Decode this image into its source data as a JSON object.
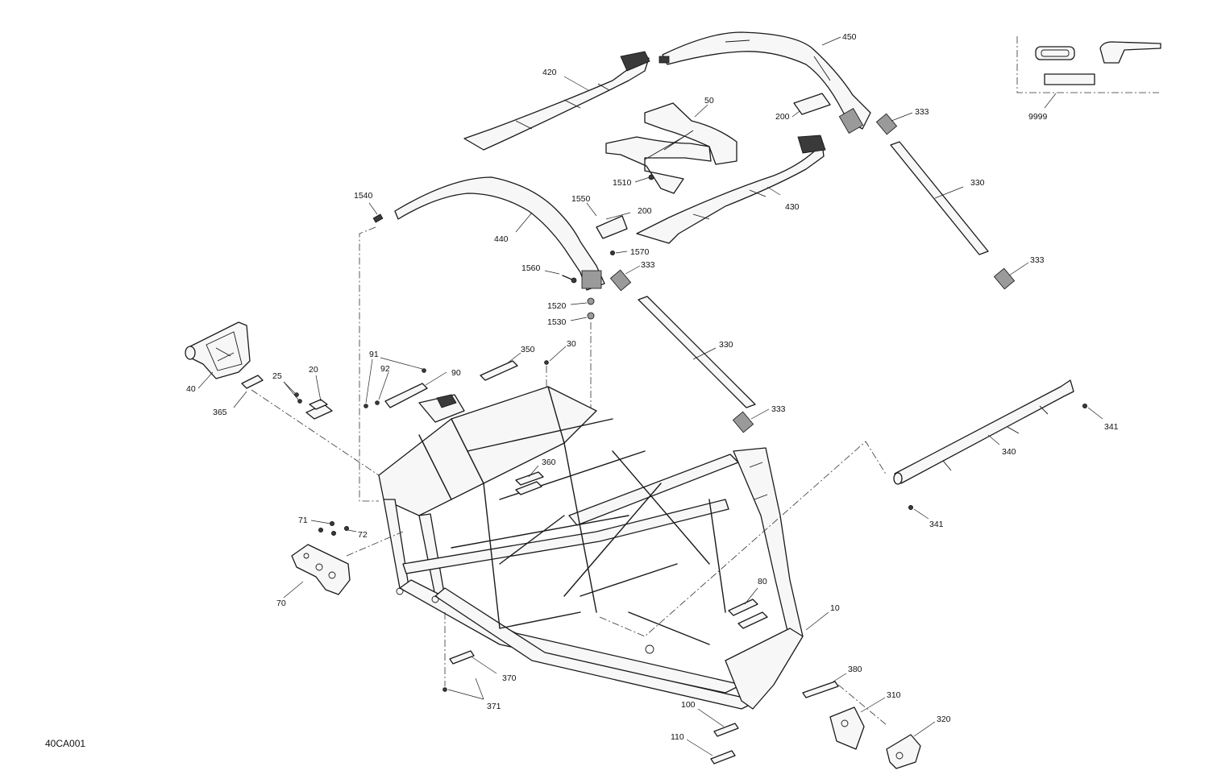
{
  "drawing_ref": "40CA001",
  "callouts": {
    "c10": "10",
    "c20": "20",
    "c25": "25",
    "c30": "30",
    "c40": "40",
    "c50": "50",
    "c70": "70",
    "c71": "71",
    "c72": "72",
    "c80": "80",
    "c90": "90",
    "c91": "91",
    "c92": "92",
    "c100": "100",
    "c110": "110",
    "c200a": "200",
    "c200b": "200",
    "c310": "310",
    "c320": "320",
    "c330a": "330",
    "c330b": "330",
    "c333a": "333",
    "c333b": "333",
    "c333c": "333",
    "c333d": "333",
    "c340": "340",
    "c341a": "341",
    "c341b": "341",
    "c350": "350",
    "c360": "360",
    "c365": "365",
    "c370": "370",
    "c371": "371",
    "c380": "380",
    "c420": "420",
    "c430": "430",
    "c440": "440",
    "c450": "450",
    "c1510": "1510",
    "c1520": "1520",
    "c1530": "1530",
    "c1540": "1540",
    "c1550": "1550",
    "c1560": "1560",
    "c1570": "1570",
    "c9999": "9999"
  }
}
